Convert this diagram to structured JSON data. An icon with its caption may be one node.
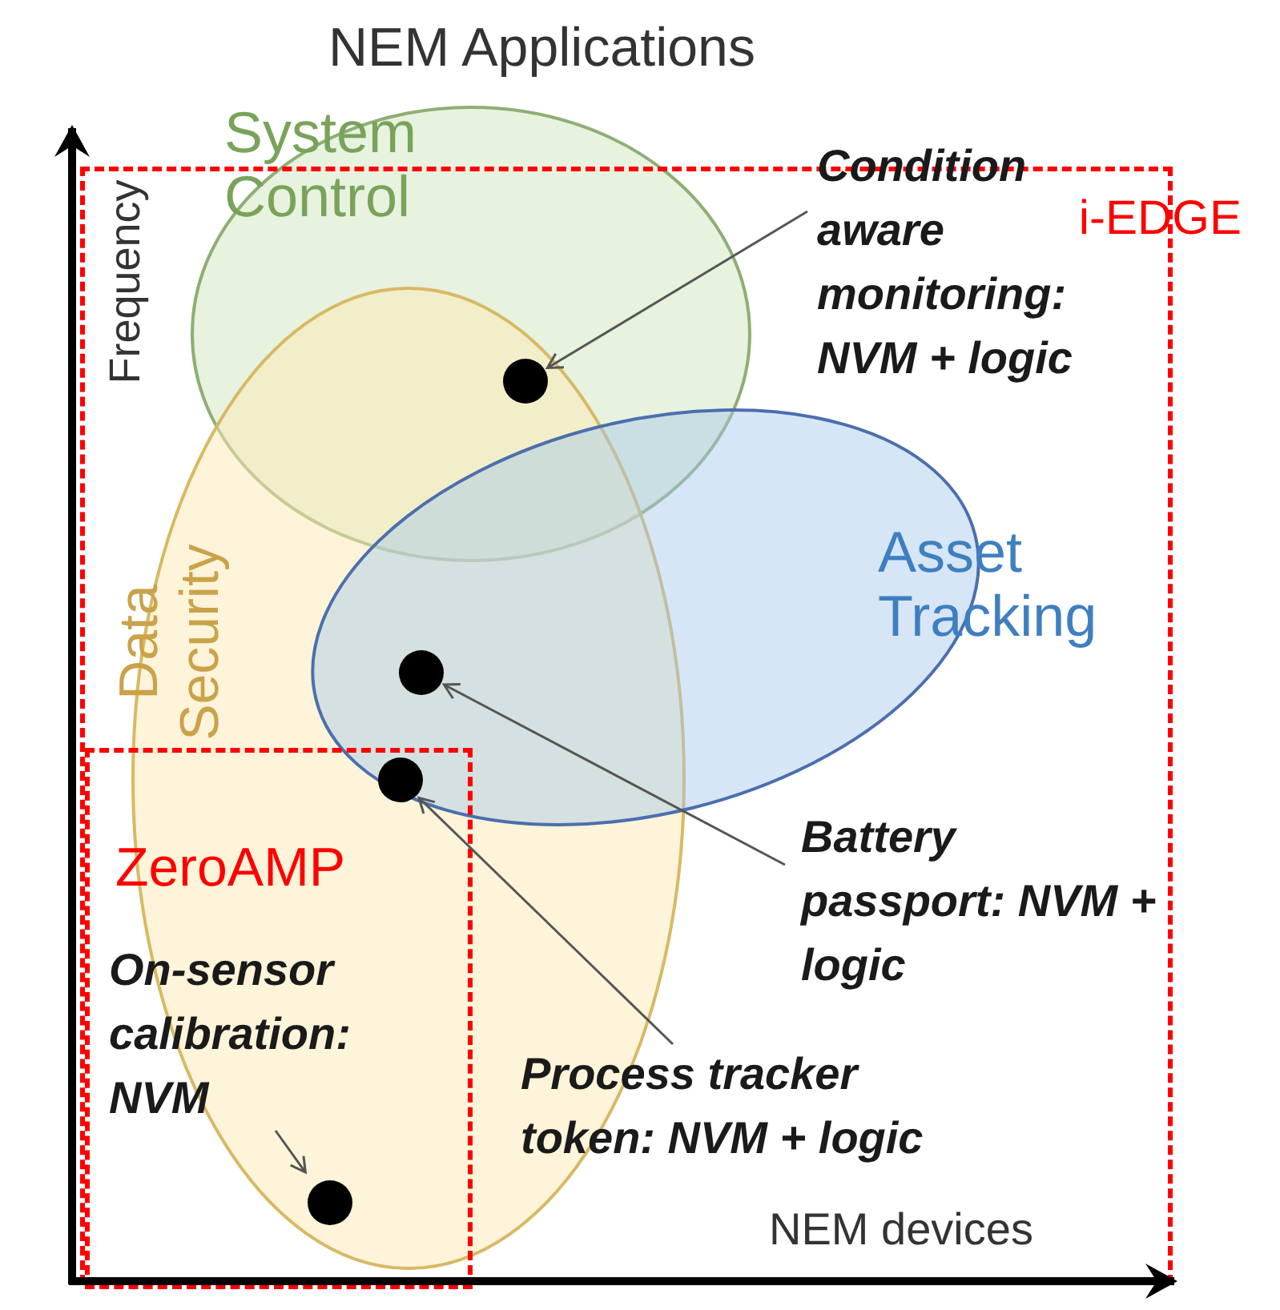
{
  "diagram": {
    "title": "NEM Applications",
    "nodes": [
      {
        "text": [
          "System Control"
        ]
      },
      {
        "text": [
          "i-EDGE"
        ]
      },
      {
        "text": [
          "Data Security"
        ],
        "in": 1
      },
      {
        "text": [
          "Asset Tracking"
        ],
        "in": 1
      },
      {
        "text": [
          "ZeroAMP"
        ],
        "in": 1
      },
      {
        "text": [],
        "shape": "circle"
      },
      {
        "text": [],
        "shape": "circle"
      },
      {
        "text": [],
        "shape": "circle"
      },
      {
        "text": [],
        "shape": "circle",
        "in": 4
      },
      {
        "text": [
          "Condition aware monitoring: NVM + logic"
        ]
      },
      {
        "text": [
          "Battery passport: NVM + logic"
        ],
        "in": 1
      },
      {
        "text": [
          "Process tracker token: NVM + logic"
        ],
        "in": 1
      },
      {
        "text": [
          "On-sensor calibration: NVM"
        ],
        "in": 4
      }
    ],
    "edges": [
      {
        "from": 9,
        "to": 5,
        "arrow": "to"
      },
      {
        "from": 10,
        "to": 6,
        "arrow": "to"
      },
      {
        "from": 11,
        "to": 7,
        "arrow": "to"
      },
      {
        "from": 12,
        "to": 8,
        "arrow": "to"
      }
    ],
    "labels": [
      "Frequency",
      "NEM devices"
    ]
  }
}
